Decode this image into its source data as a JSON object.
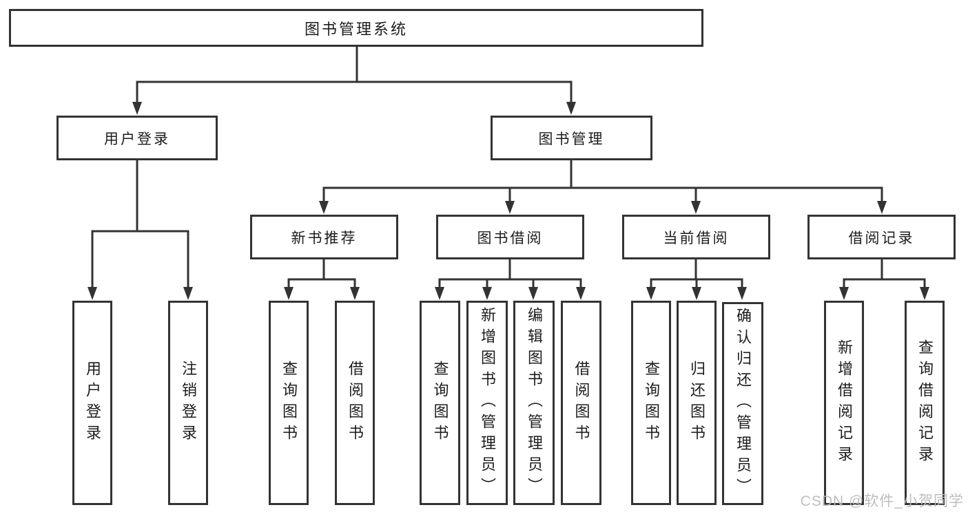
{
  "colors": {
    "line": "#333333",
    "box_border": "#333333",
    "text": "#1c1c1c",
    "watermark": "#bbbbbb",
    "background": "#ffffff"
  },
  "watermark": {
    "text": "CSDN @软件_小贺同学"
  },
  "tree": {
    "label": "图书管理系统",
    "children": [
      {
        "label": "用户登录",
        "children": [
          {
            "label": "用户登录"
          },
          {
            "label": "注销登录"
          }
        ]
      },
      {
        "label": "图书管理",
        "children": [
          {
            "label": "新书推荐",
            "children": [
              {
                "label": "查询图书"
              },
              {
                "label": "借阅图书"
              }
            ]
          },
          {
            "label": "图书借阅",
            "children": [
              {
                "label": "查询图书"
              },
              {
                "label": "新增图书（管理员）"
              },
              {
                "label": "编辑图书（管理员）"
              },
              {
                "label": "借阅图书"
              }
            ]
          },
          {
            "label": "当前借阅",
            "children": [
              {
                "label": "查询图书"
              },
              {
                "label": "归还图书"
              },
              {
                "label": "确认归还（管理员）"
              }
            ]
          },
          {
            "label": "借阅记录",
            "children": [
              {
                "label": "新增借阅记录"
              },
              {
                "label": "查询借阅记录"
              }
            ]
          }
        ]
      }
    ]
  }
}
